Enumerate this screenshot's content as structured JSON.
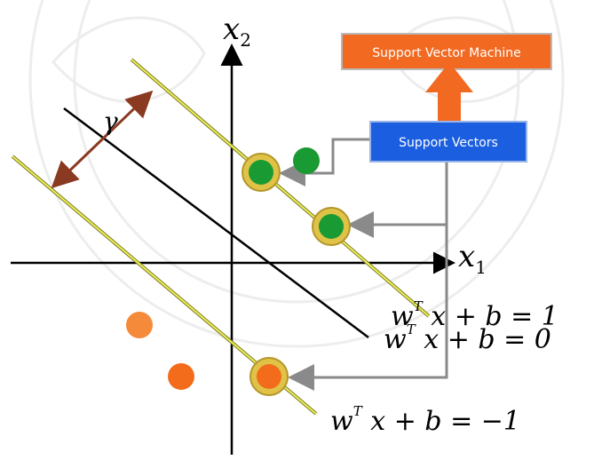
{
  "labels": {
    "x1_var": "x",
    "x1_sub": "1",
    "x2_var": "x",
    "x2_sub": "2",
    "gamma": "γ",
    "svm_box": "Support Vector Machine",
    "sv_box": "Support Vectors"
  },
  "equations": {
    "plus": {
      "w": "w",
      "t": "T",
      "rest": " x + b = 1"
    },
    "zero": {
      "w": "w",
      "t": "T",
      "rest": " x + b = 0"
    },
    "minus": {
      "w": "w",
      "t": "T",
      "rest": " x + b = −1"
    }
  },
  "colors": {
    "green": "#1a9a32",
    "orange": "#f36c1c",
    "light_orange": "#f58a3a",
    "yellow": "#e6e84a",
    "blue": "#1b5fe0",
    "svm_orange": "#f26a22",
    "gamma_brown": "#8b3a22"
  }
}
